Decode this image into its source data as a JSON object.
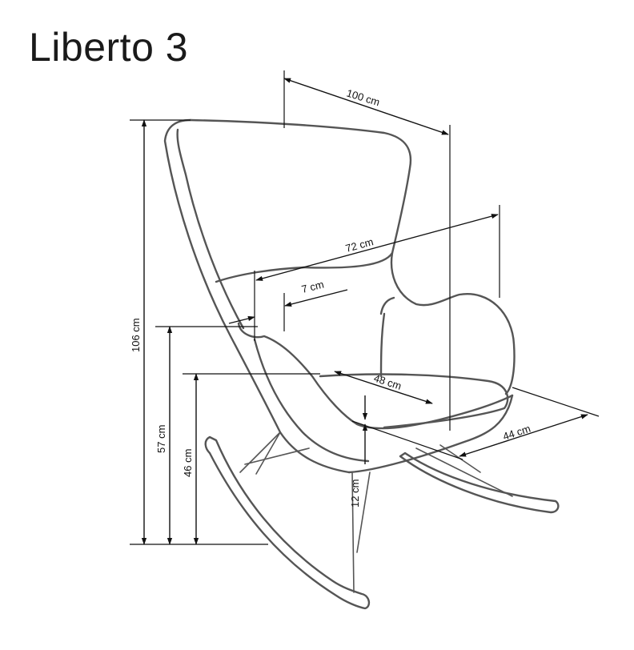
{
  "title": "Liberto 3",
  "dimensions": {
    "width": "100 cm",
    "seat_width": "72 cm",
    "armrest": "7 cm",
    "seat_depth": "48 cm",
    "depth": "44 cm",
    "height": "106 cm",
    "armrest_height": "57 cm",
    "seat_height": "46 cm",
    "seat_thickness": "12 cm"
  }
}
